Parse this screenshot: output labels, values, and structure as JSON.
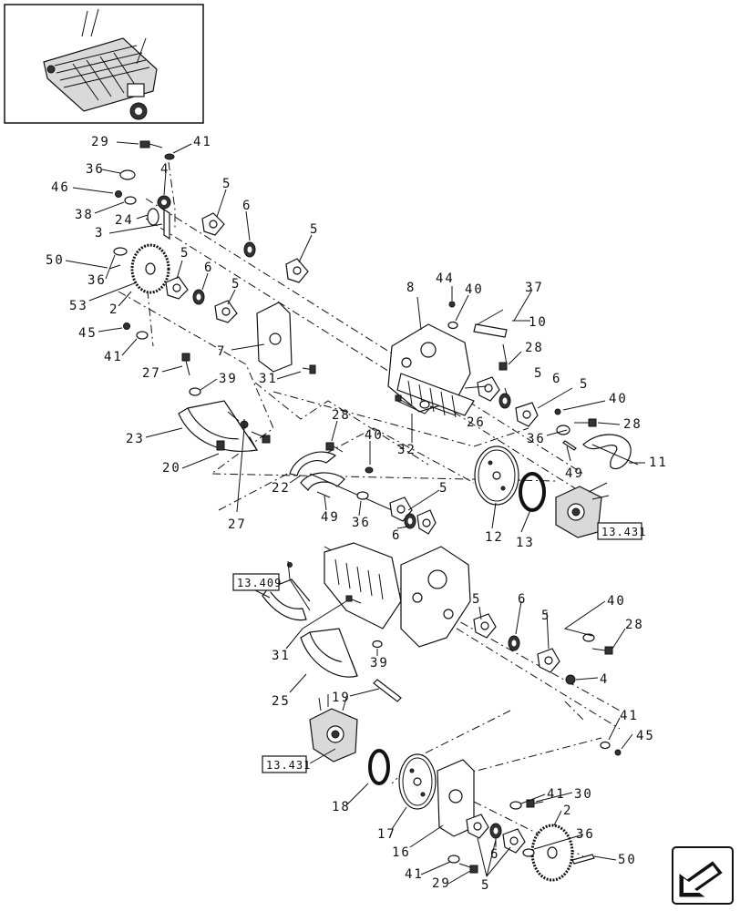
{
  "diagram": {
    "labels": {
      "l29a": "29",
      "l41a": "41",
      "l36a": "36",
      "l4a": "4",
      "l46": "46",
      "l38": "38",
      "l24": "24",
      "l3": "3",
      "l50a": "50",
      "l36b": "36",
      "l53": "53",
      "l2a": "2",
      "l45a": "45",
      "l41b": "41",
      "l5a": "5",
      "l6a": "6",
      "l5b": "5",
      "l5c": "5",
      "l6b": "6",
      "l5d": "5",
      "l7": "7",
      "l27a": "27",
      "l39a": "39",
      "l31a": "31",
      "l23": "23",
      "l20": "20",
      "l27b": "27",
      "l44": "44",
      "l40a": "40",
      "l37": "37",
      "l10": "10",
      "l8": "8",
      "l28a": "28",
      "l5e": "5",
      "l6c": "6",
      "l5f": "5",
      "l40b": "40",
      "l28b": "28",
      "l26": "26",
      "l32": "32",
      "l36c": "36",
      "l11": "11",
      "l49a": "49",
      "l28c": "28",
      "l40c": "40",
      "l22": "22",
      "l5g": "5",
      "l49b": "49",
      "l36d": "36",
      "l6d": "6",
      "l12": "12",
      "l13": "13",
      "l31b": "31",
      "l39b": "39",
      "l25": "25",
      "l19": "19",
      "l5h": "5",
      "l6e": "6",
      "l5i": "5",
      "l40d": "40",
      "l28d": "28",
      "l4b": "4",
      "l41c": "41",
      "l45b": "45",
      "l18": "18",
      "l17": "17",
      "l16": "16",
      "l41d": "41",
      "l30": "30",
      "l2b": "2",
      "l6f": "6",
      "l36e": "36",
      "l50b": "50",
      "l41e": "41",
      "l29b": "29",
      "l5j": "5"
    },
    "refs": {
      "r1": "13.431",
      "r2": "13.409",
      "r3": "13.431"
    }
  }
}
